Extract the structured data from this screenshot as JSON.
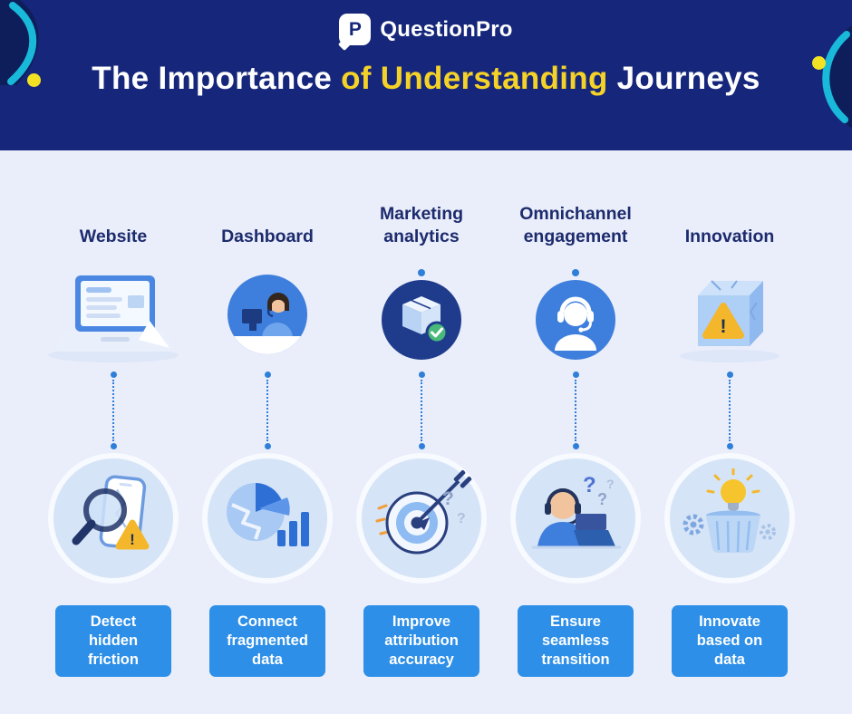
{
  "brand": {
    "name": "QuestionPro",
    "logo_letter": "P"
  },
  "header": {
    "title_prefix": "The Importance ",
    "title_highlight": "of Understanding",
    "title_suffix": " Journeys"
  },
  "colors": {
    "header_bg": "#16277b",
    "highlight_yellow": "#f5d227",
    "body_bg": "#eaedfa",
    "caption_bg": "#2d8fe8",
    "connector_blue": "#2e7fd9",
    "label_navy": "#1c2b6d",
    "teal_accent": "#19b9da"
  },
  "columns": [
    {
      "label": "Website",
      "top_icon": "laptop-icon",
      "bottom_icon": "magnifier-cracked-phone-icon",
      "caption": "Detect\nhidden\nfriction"
    },
    {
      "label": "Dashboard",
      "top_icon": "support-agent-circle-icon",
      "bottom_icon": "fragmented-pie-chart-icon",
      "caption": "Connect\nfragmented\ndata"
    },
    {
      "label": "Marketing\nanalytics",
      "top_icon": "package-check-icon",
      "bottom_icon": "target-dart-icon",
      "caption": "Improve\nattribution\naccuracy"
    },
    {
      "label": "Omnichannel\nengagement",
      "top_icon": "headset-user-icon",
      "bottom_icon": "confused-agent-icon",
      "caption": "Ensure\nseamless\ntransition"
    },
    {
      "label": "Innovation",
      "top_icon": "ice-cube-warning-icon",
      "bottom_icon": "idea-in-trash-icon",
      "caption": "Innovate\nbased on\ndata"
    }
  ]
}
